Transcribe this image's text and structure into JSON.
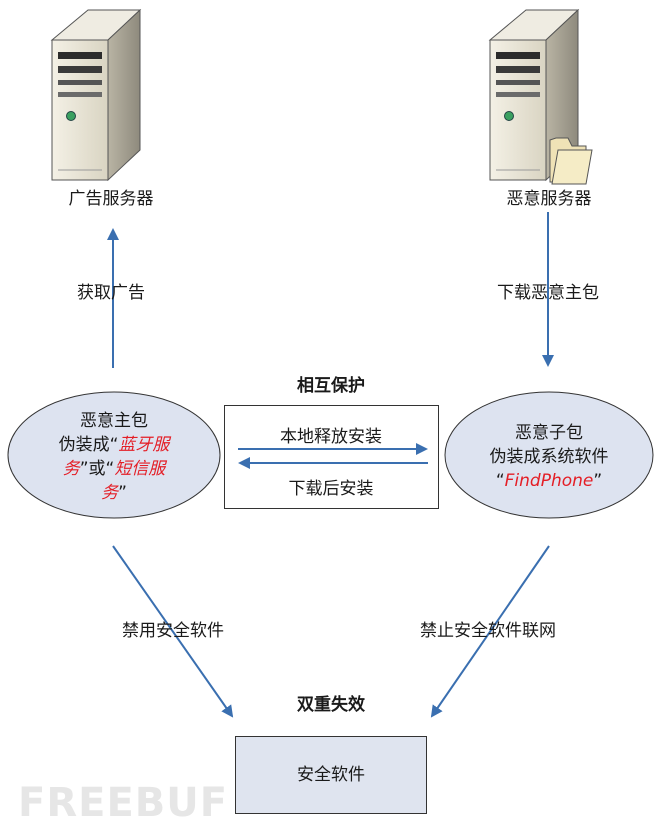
{
  "servers": {
    "ad": {
      "label": "广告服务器",
      "icon": "server-icon"
    },
    "malicious": {
      "label": "恶意服务器",
      "icon": "server-with-folder-icon"
    }
  },
  "edges": {
    "get_ad": "获取广告",
    "download_main": "下载恶意主包",
    "local_release": "本地释放安装",
    "download_install": "下载后安装",
    "disable_security": "禁用安全软件",
    "block_network": "禁止安全软件联网"
  },
  "sections": {
    "mutual_protection": "相互保护",
    "double_failure": "双重失效"
  },
  "nodes": {
    "main_pkg": {
      "line1": "恶意主包",
      "line2_prefix": "伪装成“",
      "line2_red": "蓝牙服",
      "line3_red_a": "务",
      "line3_mid": "”或“",
      "line3_red_b": "短信服",
      "line4_red": "务",
      "line4_suffix": "”"
    },
    "sub_pkg": {
      "line1": "恶意子包",
      "line2": "伪装成系统软件",
      "line3_prefix": "“",
      "line3_red": "FindPhone",
      "line3_suffix": "”"
    },
    "security_software": "安全软件"
  },
  "watermark": "FREEBUF",
  "colors": {
    "arrow": "#3a6fb0",
    "ellipse_fill": "#dde3f0",
    "box_fill": "#dfe4ef",
    "highlight": "#e41e26"
  }
}
